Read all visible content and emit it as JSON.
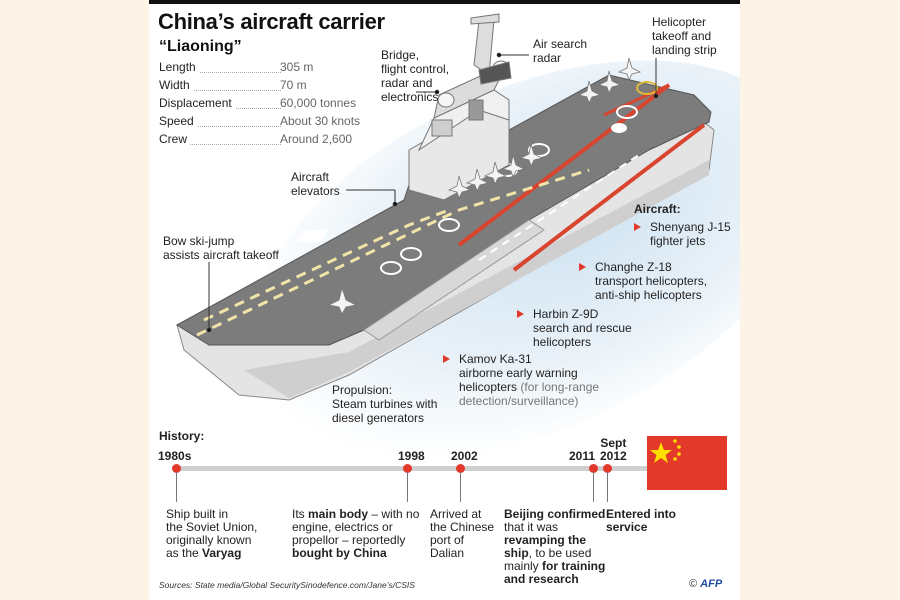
{
  "title": "China’s aircraft carrier",
  "subtitle": "“Liaoning”",
  "specs": [
    {
      "label": "Length",
      "value": "305 m"
    },
    {
      "label": "Width",
      "value": "70 m"
    },
    {
      "label": "Displacement",
      "value": "60,000 tonnes"
    },
    {
      "label": "Speed",
      "value": "About 30 knots"
    },
    {
      "label": "Crew",
      "value": "Around 2,600"
    }
  ],
  "callouts": {
    "bridge": [
      "Bridge,",
      "flight control,",
      "radar and",
      "electronics"
    ],
    "radar": [
      "Air search",
      "radar"
    ],
    "helipad": [
      "Helicopter",
      "takeoff and",
      "landing strip"
    ],
    "elevators": [
      "Aircraft",
      "elevators"
    ],
    "skijump": [
      "Bow ski-jump",
      "assists aircraft takeoff"
    ],
    "propulsion": [
      "Propulsion:",
      "Steam turbines with",
      "diesel generators"
    ]
  },
  "aircraft": {
    "heading": "Aircraft:",
    "items": [
      {
        "lines": [
          "Shenyang J-15",
          "fighter jets"
        ]
      },
      {
        "lines": [
          "Changhe Z-18",
          "transport helicopters,",
          "anti-ship helicopters"
        ]
      },
      {
        "lines": [
          "Harbin Z-9D",
          "search and rescue",
          "helicopters"
        ]
      },
      {
        "lines": [
          "Kamov Ka-31",
          "airborne early warning"
        ],
        "line3_bold": "helicopters",
        "line3_muted": " (for long-range",
        "line4_muted": "detection/surveillance)"
      }
    ]
  },
  "history": {
    "heading": "History:",
    "events": [
      {
        "year": "1980s",
        "desc_html": [
          "Ship built in",
          "the Soviet Union,",
          "originally known",
          "as the <b>Varyag</b>"
        ]
      },
      {
        "year": "1998",
        "desc_html": [
          "Its <b>main body</b> – with no",
          "engine, electrics or",
          "propellor – reportedly",
          "<b>bought by China</b>"
        ]
      },
      {
        "year": "2002",
        "desc_html": [
          "Arrived at",
          "the Chinese",
          "port of",
          "Dalian"
        ]
      },
      {
        "year": "2011",
        "desc_html": [
          "<b>Beijing confirmed</b>",
          "that it was",
          "<b>revamping the</b>",
          "<b>ship</b>, to be used",
          "mainly <b>for training</b>",
          "<b>and research</b>"
        ]
      },
      {
        "year_line1": "Sept",
        "year": "2012",
        "desc_html": [
          "<b>Entered into</b>",
          "<b>service</b>"
        ]
      }
    ]
  },
  "sources": "Sources: State media/Global SecuritySinodefence.com/Jane’s/CSIS",
  "credit": {
    "symbol": "©",
    "agency": "AFP"
  },
  "colors": {
    "accent": "#e2392a",
    "deck": "#7a7a7a",
    "hull": "#e6e6e6",
    "background": "#fdf3e7",
    "timeline": "#cfcfcf"
  }
}
